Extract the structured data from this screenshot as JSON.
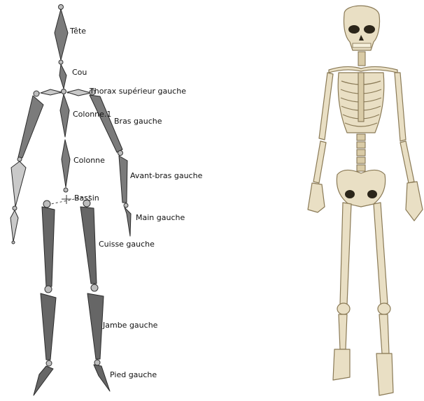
{
  "labels": {
    "tete": "Tête",
    "cou": "Cou",
    "thorax": "Thorax supérieur gauche",
    "colonne1": "Colonne.1",
    "bras": "Bras gauche",
    "colonne": "Colonne",
    "avant_bras": "Avant-bras gauche",
    "bassin": "Bassin",
    "main": "Main gauche",
    "cuisse": "Cuisse gauche",
    "jambe": "Jambe gauche",
    "pied": "Pied gauche"
  },
  "images": {
    "armature": "bone-armature-icon",
    "skeleton": "human-skeleton-photo"
  }
}
